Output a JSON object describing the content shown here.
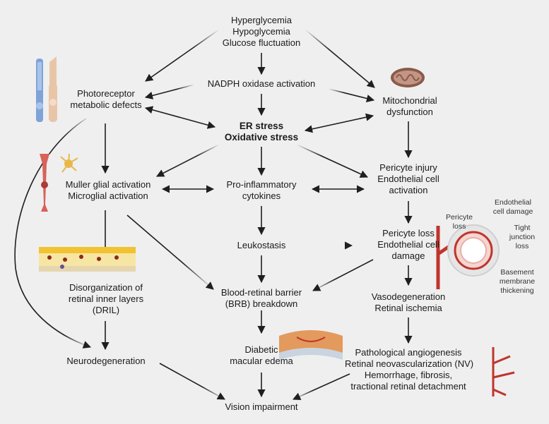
{
  "nodes": {
    "glucose": [
      "Hyperglycemia",
      "Hypoglycemia",
      "Glucose fluctuation"
    ],
    "nadph": [
      "NADPH oxidase activation"
    ],
    "photoreceptor": [
      "Photoreceptor",
      "metabolic defects"
    ],
    "mito": [
      "Mitochondrial",
      "dysfunction"
    ],
    "er_stress": [
      "ER stress",
      "Oxidative stress"
    ],
    "glial": [
      "Muller glial activation",
      "Microglial activation"
    ],
    "cytokines": [
      "Pro-inflammatory",
      "cytokines"
    ],
    "pericyte_injury": [
      "Pericyte injury",
      "Endothelial cell",
      "activation"
    ],
    "leukostasis": [
      "Leukostasis"
    ],
    "pericyte_loss": [
      "Pericyte loss",
      "Endothelial cell",
      "damage"
    ],
    "dril": [
      "Disorganization of",
      "retinal inner layers",
      "(DRIL)"
    ],
    "brb": [
      "Blood-retinal barrier",
      "(BRB) breakdown"
    ],
    "vasodegeneration": [
      "Vasodegeneration",
      "Retinal ischemia"
    ],
    "dme": [
      "Diabetic",
      "macular edema"
    ],
    "neurodegeneration": [
      "Neurodegeneration"
    ],
    "angiogenesis": [
      "Pathological angiogenesis",
      "Retinal neovascularization (NV)",
      "Hemorrhage, fibrosis,",
      "tractional retinal detachment"
    ],
    "vision": [
      "Vision impairment"
    ]
  },
  "vessel_labels": {
    "pericyte_loss": [
      "Pericyte",
      "loss"
    ],
    "endothelial_damage": [
      "Endothelial",
      "cell damage"
    ],
    "tight_junction": [
      "Tight",
      "junction",
      "loss"
    ],
    "basement": [
      "Basement",
      "membrane",
      "thickening"
    ]
  },
  "colors": {
    "background": "#efefef",
    "arrow": "#1f1f1f",
    "arrow_faded": "#9a9a9a",
    "vessel": "#c0342c",
    "rod": "#7fa3d8",
    "cone": "#e9c5a8",
    "muller": "#d8615a",
    "microglia": "#e8b84a",
    "mitochondrion": "#8a5a4a"
  },
  "icons": [
    "photoreceptor-icon",
    "muller-cell-icon",
    "microglia-icon",
    "mitochondrion-icon",
    "retina-layers-icon",
    "macula-icon",
    "vessel-cross-section-icon",
    "neovascularization-icon"
  ]
}
